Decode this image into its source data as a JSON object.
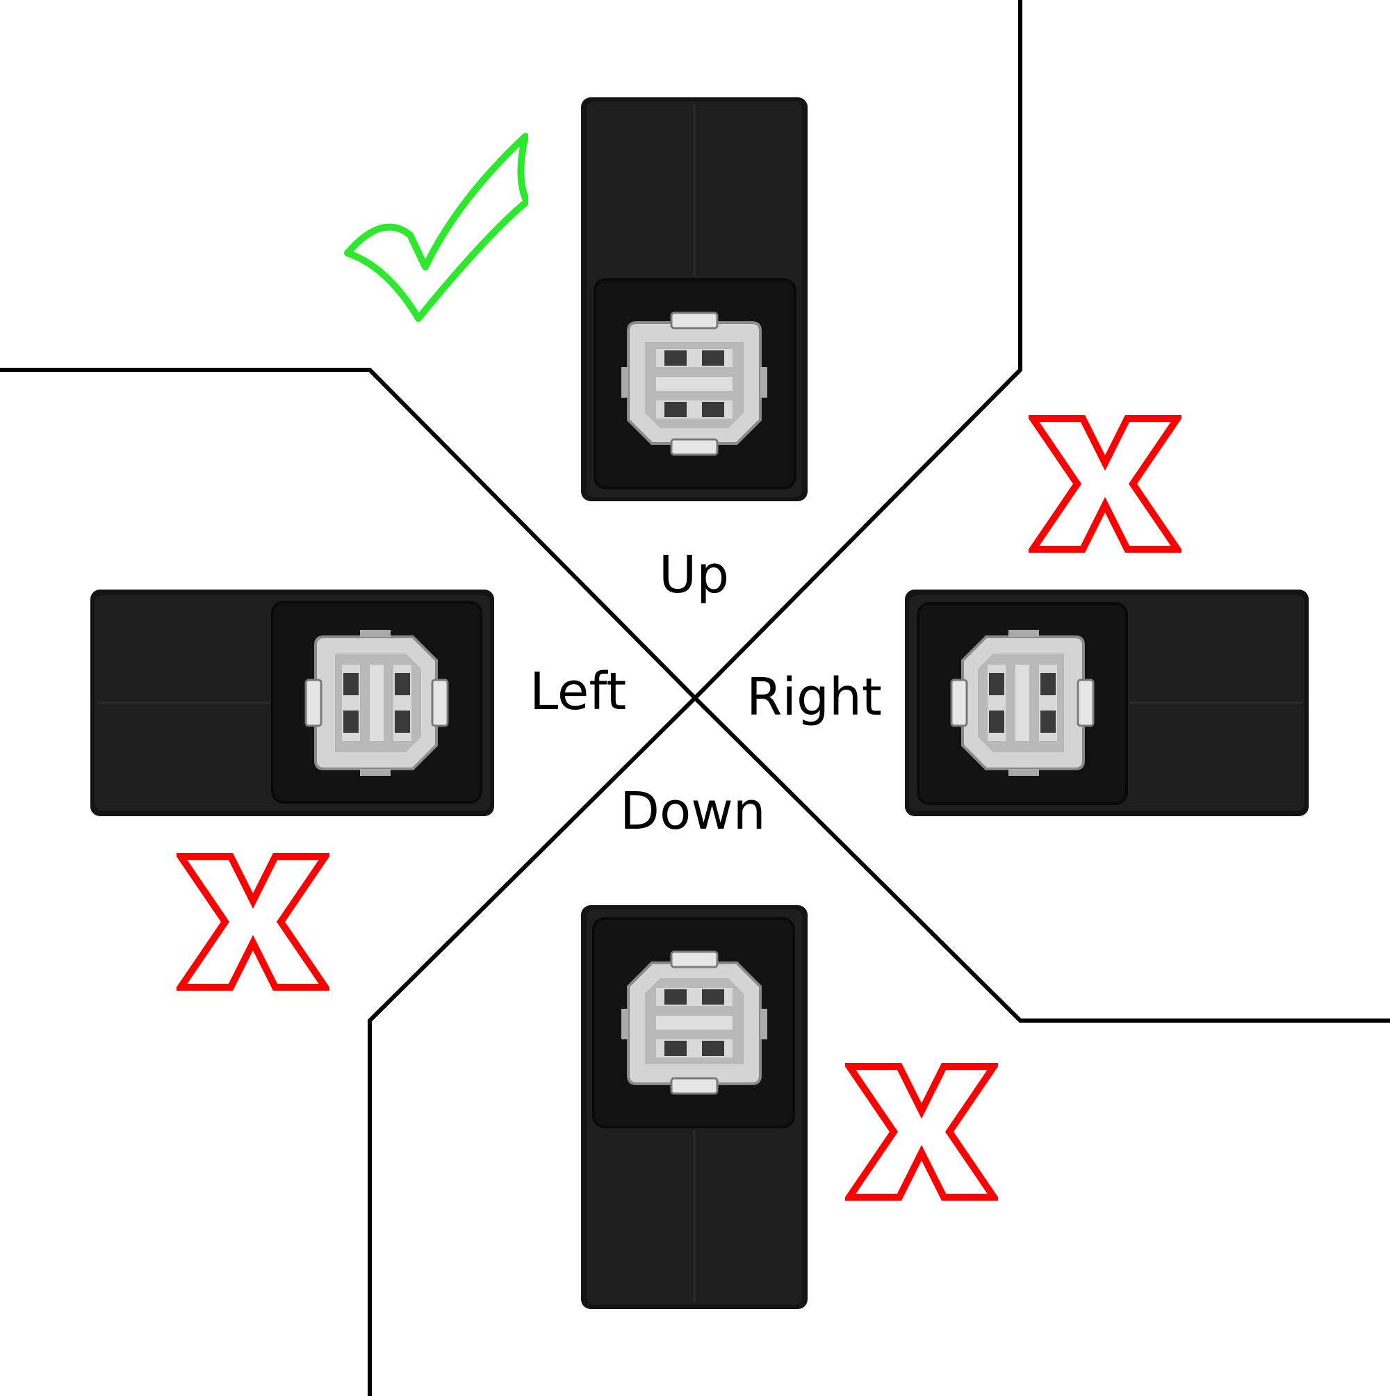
{
  "labels": {
    "up": "Up",
    "left": "Left",
    "right": "Right",
    "down": "Down"
  },
  "colors": {
    "ok": "#2ee82e",
    "wrong": "#ff0000",
    "lines": "#000000",
    "adapter_body": "#181818",
    "connector_shell": "#c9c9c9"
  },
  "orientations": [
    {
      "direction": "up",
      "icon": "check-mark-icon"
    },
    {
      "direction": "left",
      "icon": "cross-mark-icon"
    },
    {
      "direction": "right",
      "icon": "cross-mark-icon"
    },
    {
      "direction": "down",
      "icon": "cross-mark-icon"
    }
  ]
}
